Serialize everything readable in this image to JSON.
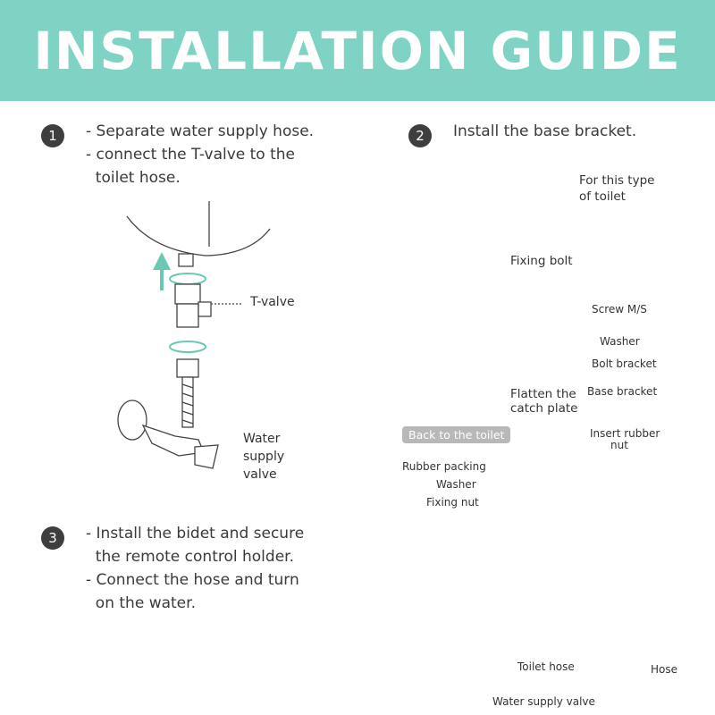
{
  "header": {
    "title": "INSTALLATION GUIDE"
  },
  "step1": {
    "number": "1",
    "lines": [
      "- Separate water supply hose.",
      "- connect the T-valve to the",
      "  toilet hose."
    ],
    "labels": {
      "tvalve": "T-valve",
      "water": "Water",
      "supply": "supply",
      "valve": "valve"
    }
  },
  "step2": {
    "number": "2",
    "line": "Install the base bracket.",
    "toilet_type_1": "For this type",
    "toilet_type_2": "of toilet",
    "labels": {
      "fixing_bolt": "Fixing bolt",
      "flatten_1": "Flatten the",
      "flatten_2": "catch plate",
      "screw": "Screw M/S",
      "washer": "Washer",
      "bolt_bracket": "Bolt bracket",
      "base_bracket": "Base bracket",
      "insert_1": "Insert rubber",
      "insert_2": "nut",
      "back_to_toilet": "Back to the toilet",
      "rubber_packing": "Rubber packing",
      "washer2": "Washer",
      "fixing_nut": "Fixing nut"
    }
  },
  "step3": {
    "number": "3",
    "lines": [
      "- Install the bidet and secure",
      "  the remote control holder.",
      "- Connect the hose and turn",
      "  on the water."
    ],
    "labels": {
      "toilet_hose": "Toilet hose",
      "hose": "Hose",
      "water_supply_valve": "Water supply valve"
    }
  },
  "colors": {
    "accent": "#7fd3c4",
    "arrow": "#6cc8b4",
    "text": "#3a3a3a"
  }
}
